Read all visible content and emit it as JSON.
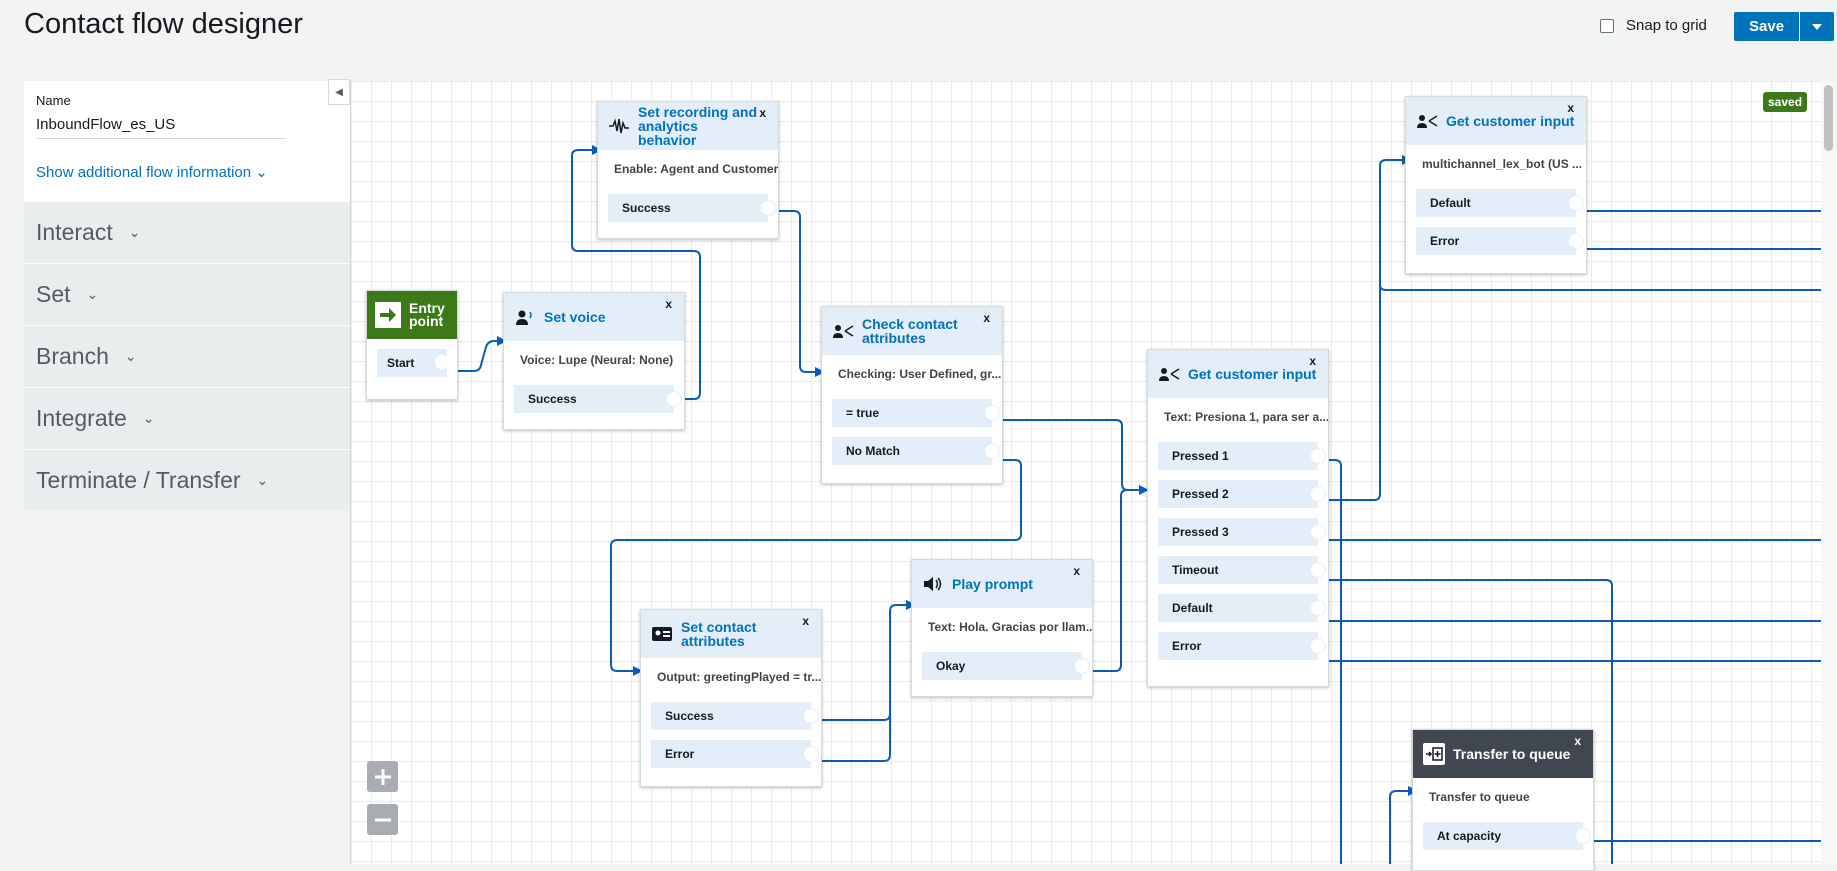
{
  "header": {
    "title": "Contact flow designer",
    "snap_label": "Snap to grid",
    "save_label": "Save"
  },
  "panel": {
    "name_label": "Name",
    "name_value": "InboundFlow_es_US",
    "more_info": "Show additional flow information",
    "categories": [
      "Interact",
      "Set",
      "Branch",
      "Integrate",
      "Terminate / Transfer"
    ]
  },
  "status": {
    "saved": "saved"
  },
  "blocks": {
    "entry": {
      "title": "Entry point",
      "branch": "Start"
    },
    "set_voice": {
      "title": "Set voice",
      "desc": "Voice: Lupe (Neural: None)",
      "branches": [
        "Success"
      ]
    },
    "set_recording": {
      "title": "Set recording and analytics behavior",
      "desc": "Enable: Agent and Customer",
      "branches": [
        "Success"
      ]
    },
    "check_attrs": {
      "title": "Check contact attributes",
      "desc": "Checking: User Defined, gr...",
      "branches": [
        "= true",
        "No Match"
      ]
    },
    "set_attrs": {
      "title": "Set contact attributes",
      "desc": "Output: greetingPlayed = tr...",
      "branches": [
        "Success",
        "Error"
      ]
    },
    "play_prompt": {
      "title": "Play prompt",
      "desc": "Text: Hola. Gracias por llam...",
      "branches": [
        "Okay"
      ]
    },
    "get_input_1": {
      "title": "Get customer input",
      "desc": "Text: Presiona 1, para ser a...",
      "branches": [
        "Pressed 1",
        "Pressed 2",
        "Pressed 3",
        "Timeout",
        "Default",
        "Error"
      ]
    },
    "get_input_2": {
      "title": "Get customer input",
      "desc": "multichannel_lex_bot (US ...",
      "branches": [
        "Default",
        "Error"
      ]
    },
    "transfer": {
      "title": "Transfer to queue",
      "desc": "Transfer to queue",
      "branches": [
        "At capacity"
      ]
    }
  },
  "close_glyph": "x",
  "icons": [
    "voice-icon",
    "waveform-icon",
    "branch-icon",
    "input-icon",
    "id-card-icon",
    "speaker-icon",
    "queue-icon",
    "arrow-right-icon"
  ]
}
